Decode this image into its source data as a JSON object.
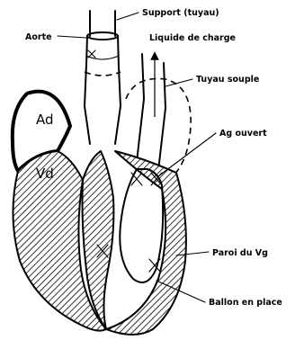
{
  "labels": {
    "support": "Support (tuyau)",
    "aorte": "Aorte",
    "liquide": "Liquide de charge",
    "tuyau_souple": "Tuyau souple",
    "ag_ouvert": "Ag ouvert",
    "paroi_vg": "Paroi du Vg",
    "ballon": "Ballon en place",
    "ad": "Ad",
    "vd": "Vd"
  }
}
